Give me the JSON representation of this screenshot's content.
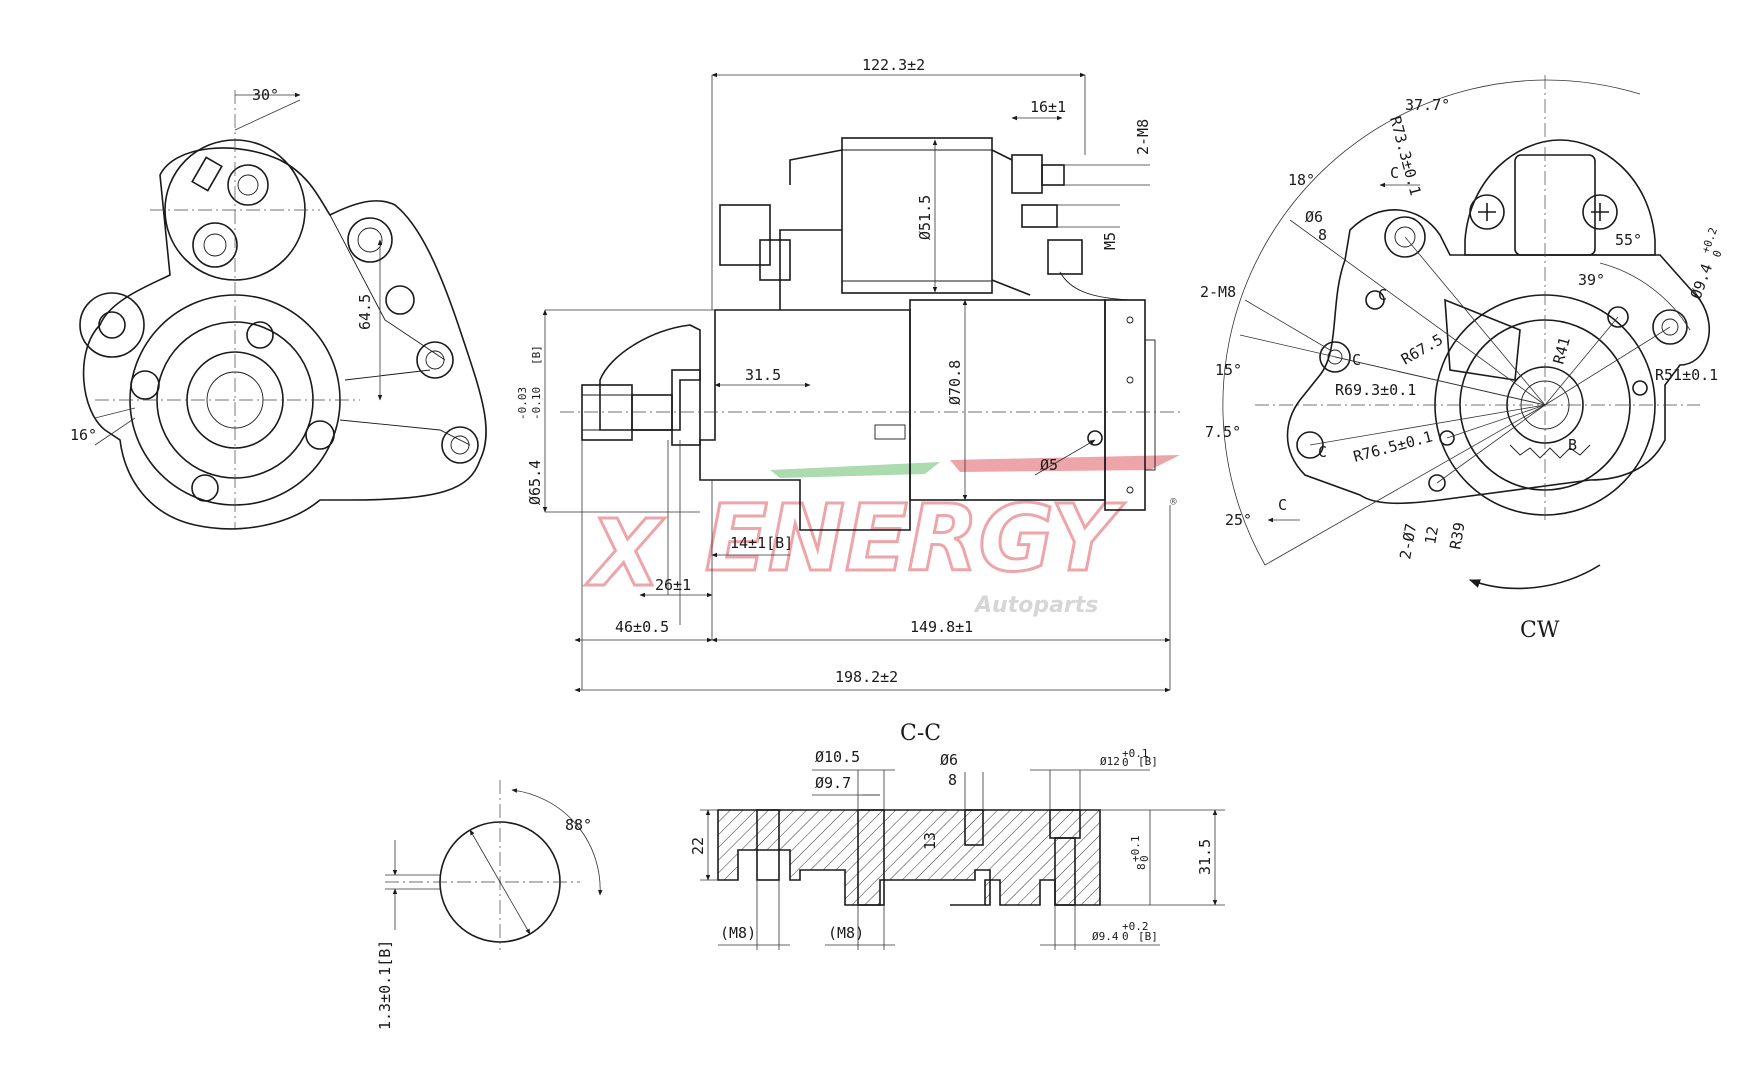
{
  "brand": {
    "name": "ENERGY",
    "x_letter": "X",
    "registered": "®",
    "subtitle": "Autoparts",
    "colors": {
      "red": "#e8888d",
      "green": "#8fcf93",
      "gray": "#c9c9c9"
    }
  },
  "side_view": {
    "dims": {
      "overall_top": "122.3±2",
      "terminal_width": "16±1",
      "studs": "2-M8",
      "stud_small": "M5",
      "solenoid_dia": "Ø51.5",
      "flange_dia": "Ø65.4",
      "flange_tol_upper": "-0.03",
      "flange_tol_lower": "-0.10",
      "flange_ref": "[B]",
      "nose_len": "31.5",
      "motor_dia": "Ø70.8",
      "pin_dia": "Ø5",
      "dim_14": "14±1[B]",
      "dim_26": "26±1",
      "dim_46": "46±0.5",
      "dim_149": "149.8±1",
      "overall_len": "198.2±2"
    }
  },
  "front_view": {
    "dims": {
      "angle_30": "30°",
      "dim_64": "64.5",
      "angle_16": "16°"
    }
  },
  "rear_view": {
    "dims": {
      "angle_37": "37.7°",
      "r73": "R73.3±0.1",
      "angle_18": "18°",
      "c_label": "C",
      "hole_dia": "Ø6",
      "hole_depth": "8",
      "angle_55": "55°",
      "hole_94": "Ø9.4",
      "hole_94_tol": "+0.2",
      "hole_94_tol_lo": "0",
      "angle_39": "39°",
      "studs": "2-M8",
      "r67": "R67.5",
      "r41": "R41",
      "r51": "R51±0.1",
      "angle_15": "15°",
      "r69": "R69.3±0.1",
      "angle_7": "7.5°",
      "r76": "R76.5±0.1",
      "b_label": "B",
      "angle_25": "25°",
      "hole_2_7": "2-Ø7",
      "dim_12": "12",
      "r39": "R39",
      "rotation": "CW"
    }
  },
  "pinion_view": {
    "dims": {
      "angle_88": "88°",
      "offset": "1.3±0.1[B]"
    }
  },
  "section_cc": {
    "title": "C-C",
    "dims": {
      "d105": "Ø10.5",
      "d97": "Ø9.7",
      "d6": "Ø6",
      "d6_depth": "8",
      "d12": "Ø12",
      "d12_tol": "+0.1",
      "d12_tol_lo": "0",
      "d12_ref": "[B]",
      "h22": "22",
      "h13": "13",
      "h8": "8",
      "h8_tol": "+0.1",
      "h8_tol_lo": "0",
      "h315": "31.5",
      "m8_left": "(M8)",
      "m8_mid": "(M8)",
      "d94": "Ø9.4",
      "d94_tol": "+0.2",
      "d94_tol_lo": "0",
      "d94_ref": "[B]"
    }
  }
}
